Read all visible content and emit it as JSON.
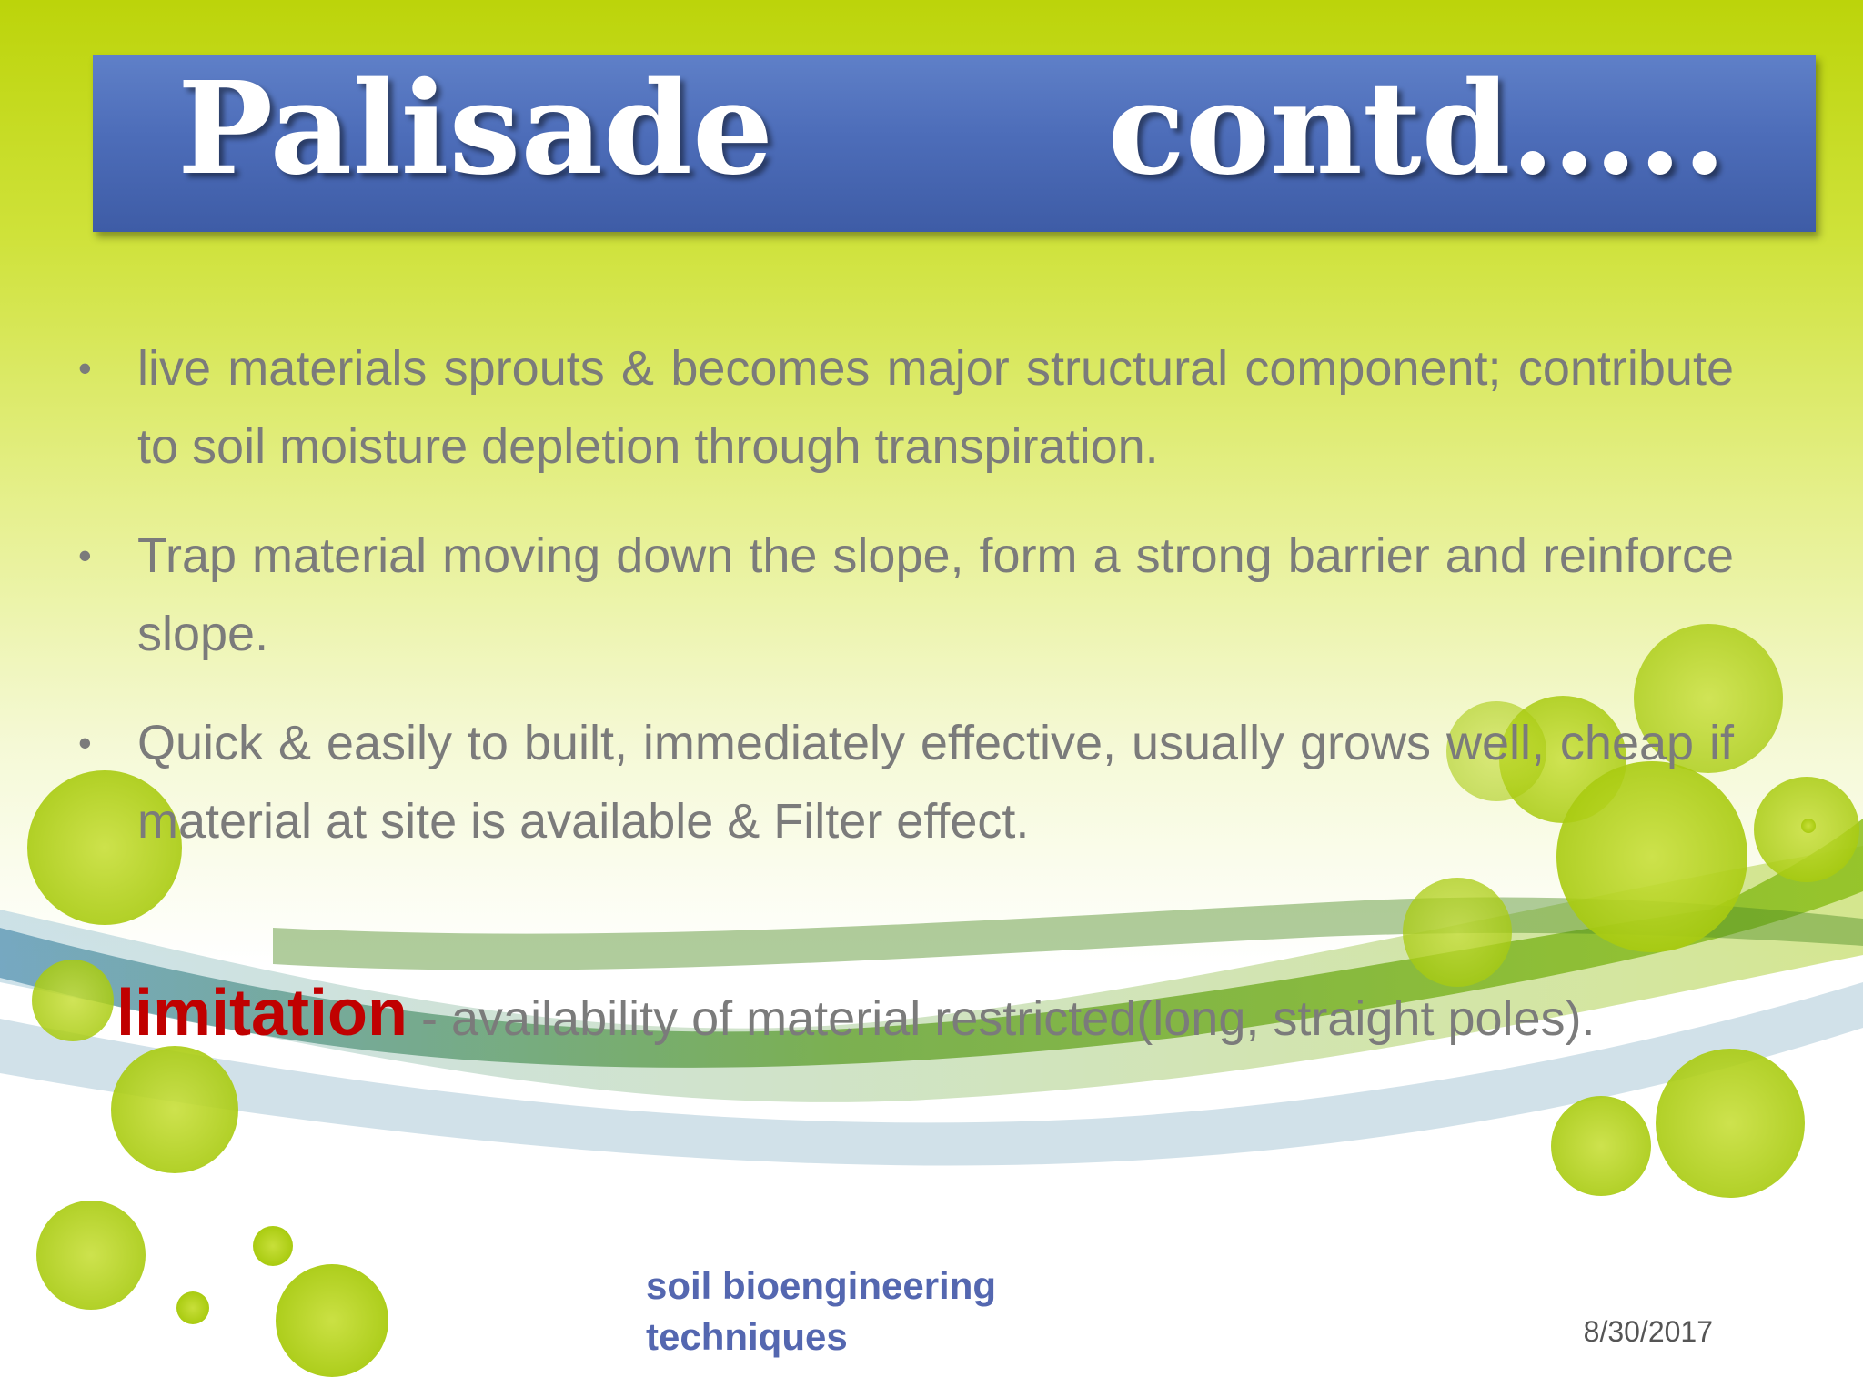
{
  "slide": {
    "title_left": "Palisade",
    "title_right": "contd…..",
    "bullet_marker": "•",
    "bullets": [
      " live materials sprouts & becomes  major structural component; contribute to soil moisture depletion through transpiration.",
      "Trap material moving down the slope, form a strong barrier and reinforce  slope.",
      "Quick & easily to built, immediately effective, usually grows well, cheap if material at site is available & Filter effect."
    ],
    "limitation": {
      "label": "limitation",
      "text": "- availability  of material restricted(long,  straight poles)."
    }
  },
  "footer": {
    "title": "soil bioengineering techniques",
    "date": "8/30/2017"
  },
  "colors": {
    "title_bar": "#4d6db9",
    "bullet_text": "#7b7b7b",
    "limitation_label": "#c00000",
    "footer_title": "#5467b0",
    "background_top": "#bcd40a",
    "circle_green": "#b5d11a"
  }
}
